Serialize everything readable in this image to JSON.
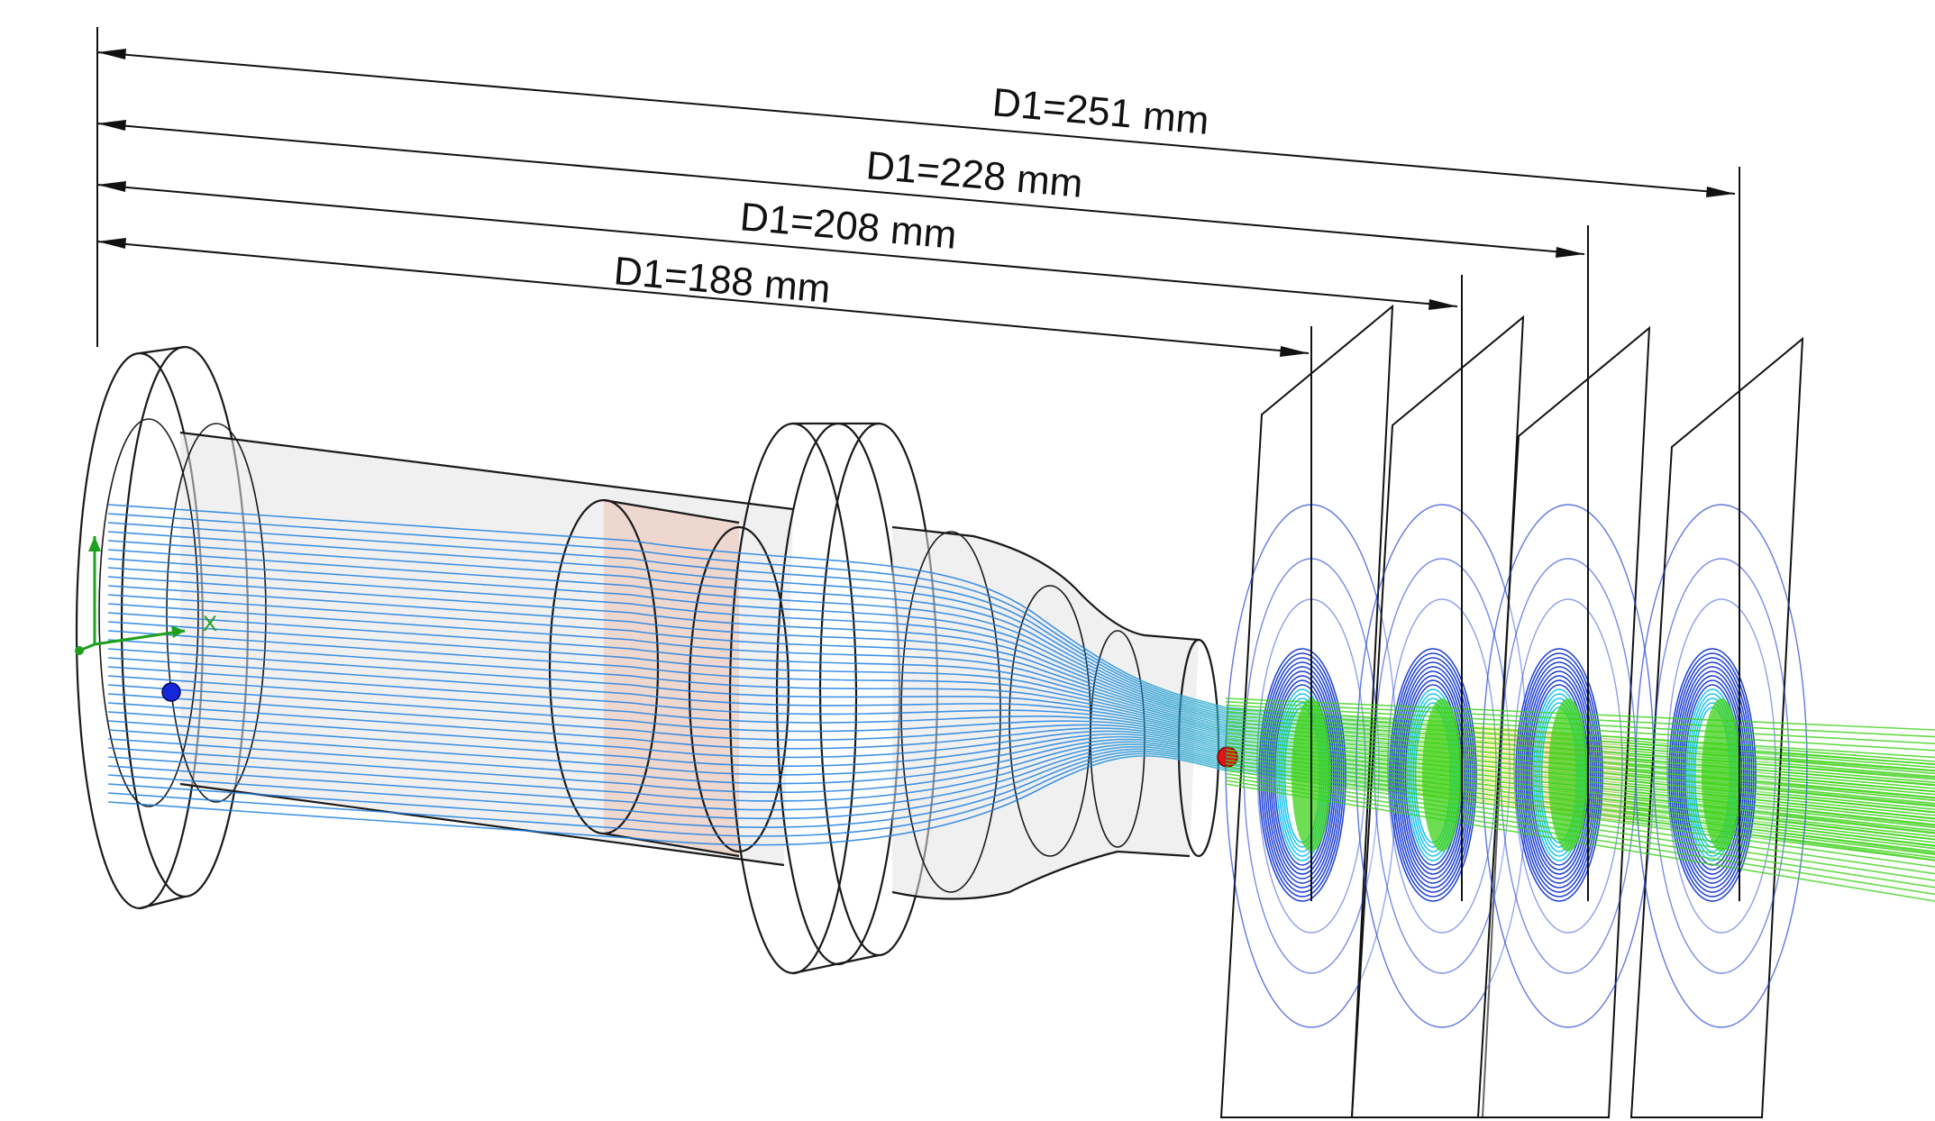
{
  "dimensions": [
    {
      "label": "D1=251 mm"
    },
    {
      "label": "D1=228 mm"
    },
    {
      "label": "D1=208 mm"
    },
    {
      "label": "D1=188 mm"
    }
  ],
  "colors": {
    "streamline_blue": "#1e7fe0",
    "streamline_green": "#3fd11a",
    "streamline_yellow": "#f2e21b",
    "streamline_red": "#e8321a",
    "contour_blue": "#1d3fd6",
    "contour_cyan": "#19c3f0",
    "inlet_marker": "#1626d9",
    "outlet_marker": "#e3130f",
    "axis_green": "#1ea01e"
  },
  "axis_triad": {
    "x_label": "X"
  }
}
